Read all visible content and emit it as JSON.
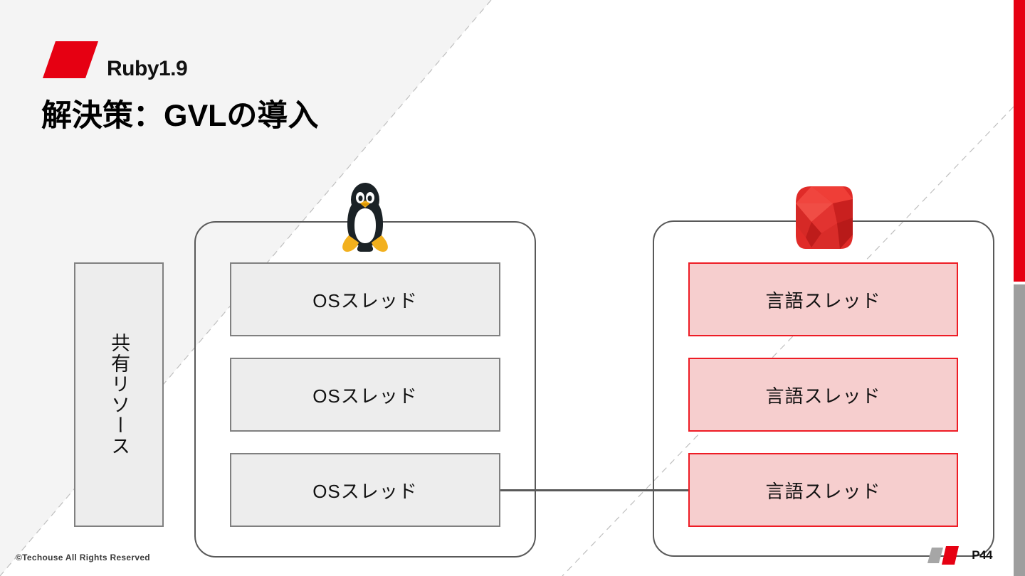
{
  "slide": {
    "kicker": "Ruby1.9",
    "title": "解決策：GVLの導入",
    "page_label": "P44",
    "copyright": "©Techouse All Rights Reserved"
  },
  "colors": {
    "brand_red": "#E60012",
    "accent_red": "#EE1C25",
    "thread_pink_fill": "#F6CECE",
    "thread_gray_fill": "#EDEDED",
    "border_gray": "#808080",
    "container_border": "#595959",
    "edge_gray": "#9E9E9E",
    "bg_triangle": "#F4F4F4"
  },
  "shared_resource": {
    "label": "共有リソース"
  },
  "os_group": {
    "mascot": "tux-penguin-icon",
    "threads": [
      {
        "label": "OSスレッド"
      },
      {
        "label": "OSスレッド"
      },
      {
        "label": "OSスレッド"
      }
    ]
  },
  "lang_group": {
    "mascot": "ruby-gem-icon",
    "threads": [
      {
        "label": "言語スレッド"
      },
      {
        "label": "言語スレッド"
      },
      {
        "label": "言語スレッド"
      }
    ]
  }
}
